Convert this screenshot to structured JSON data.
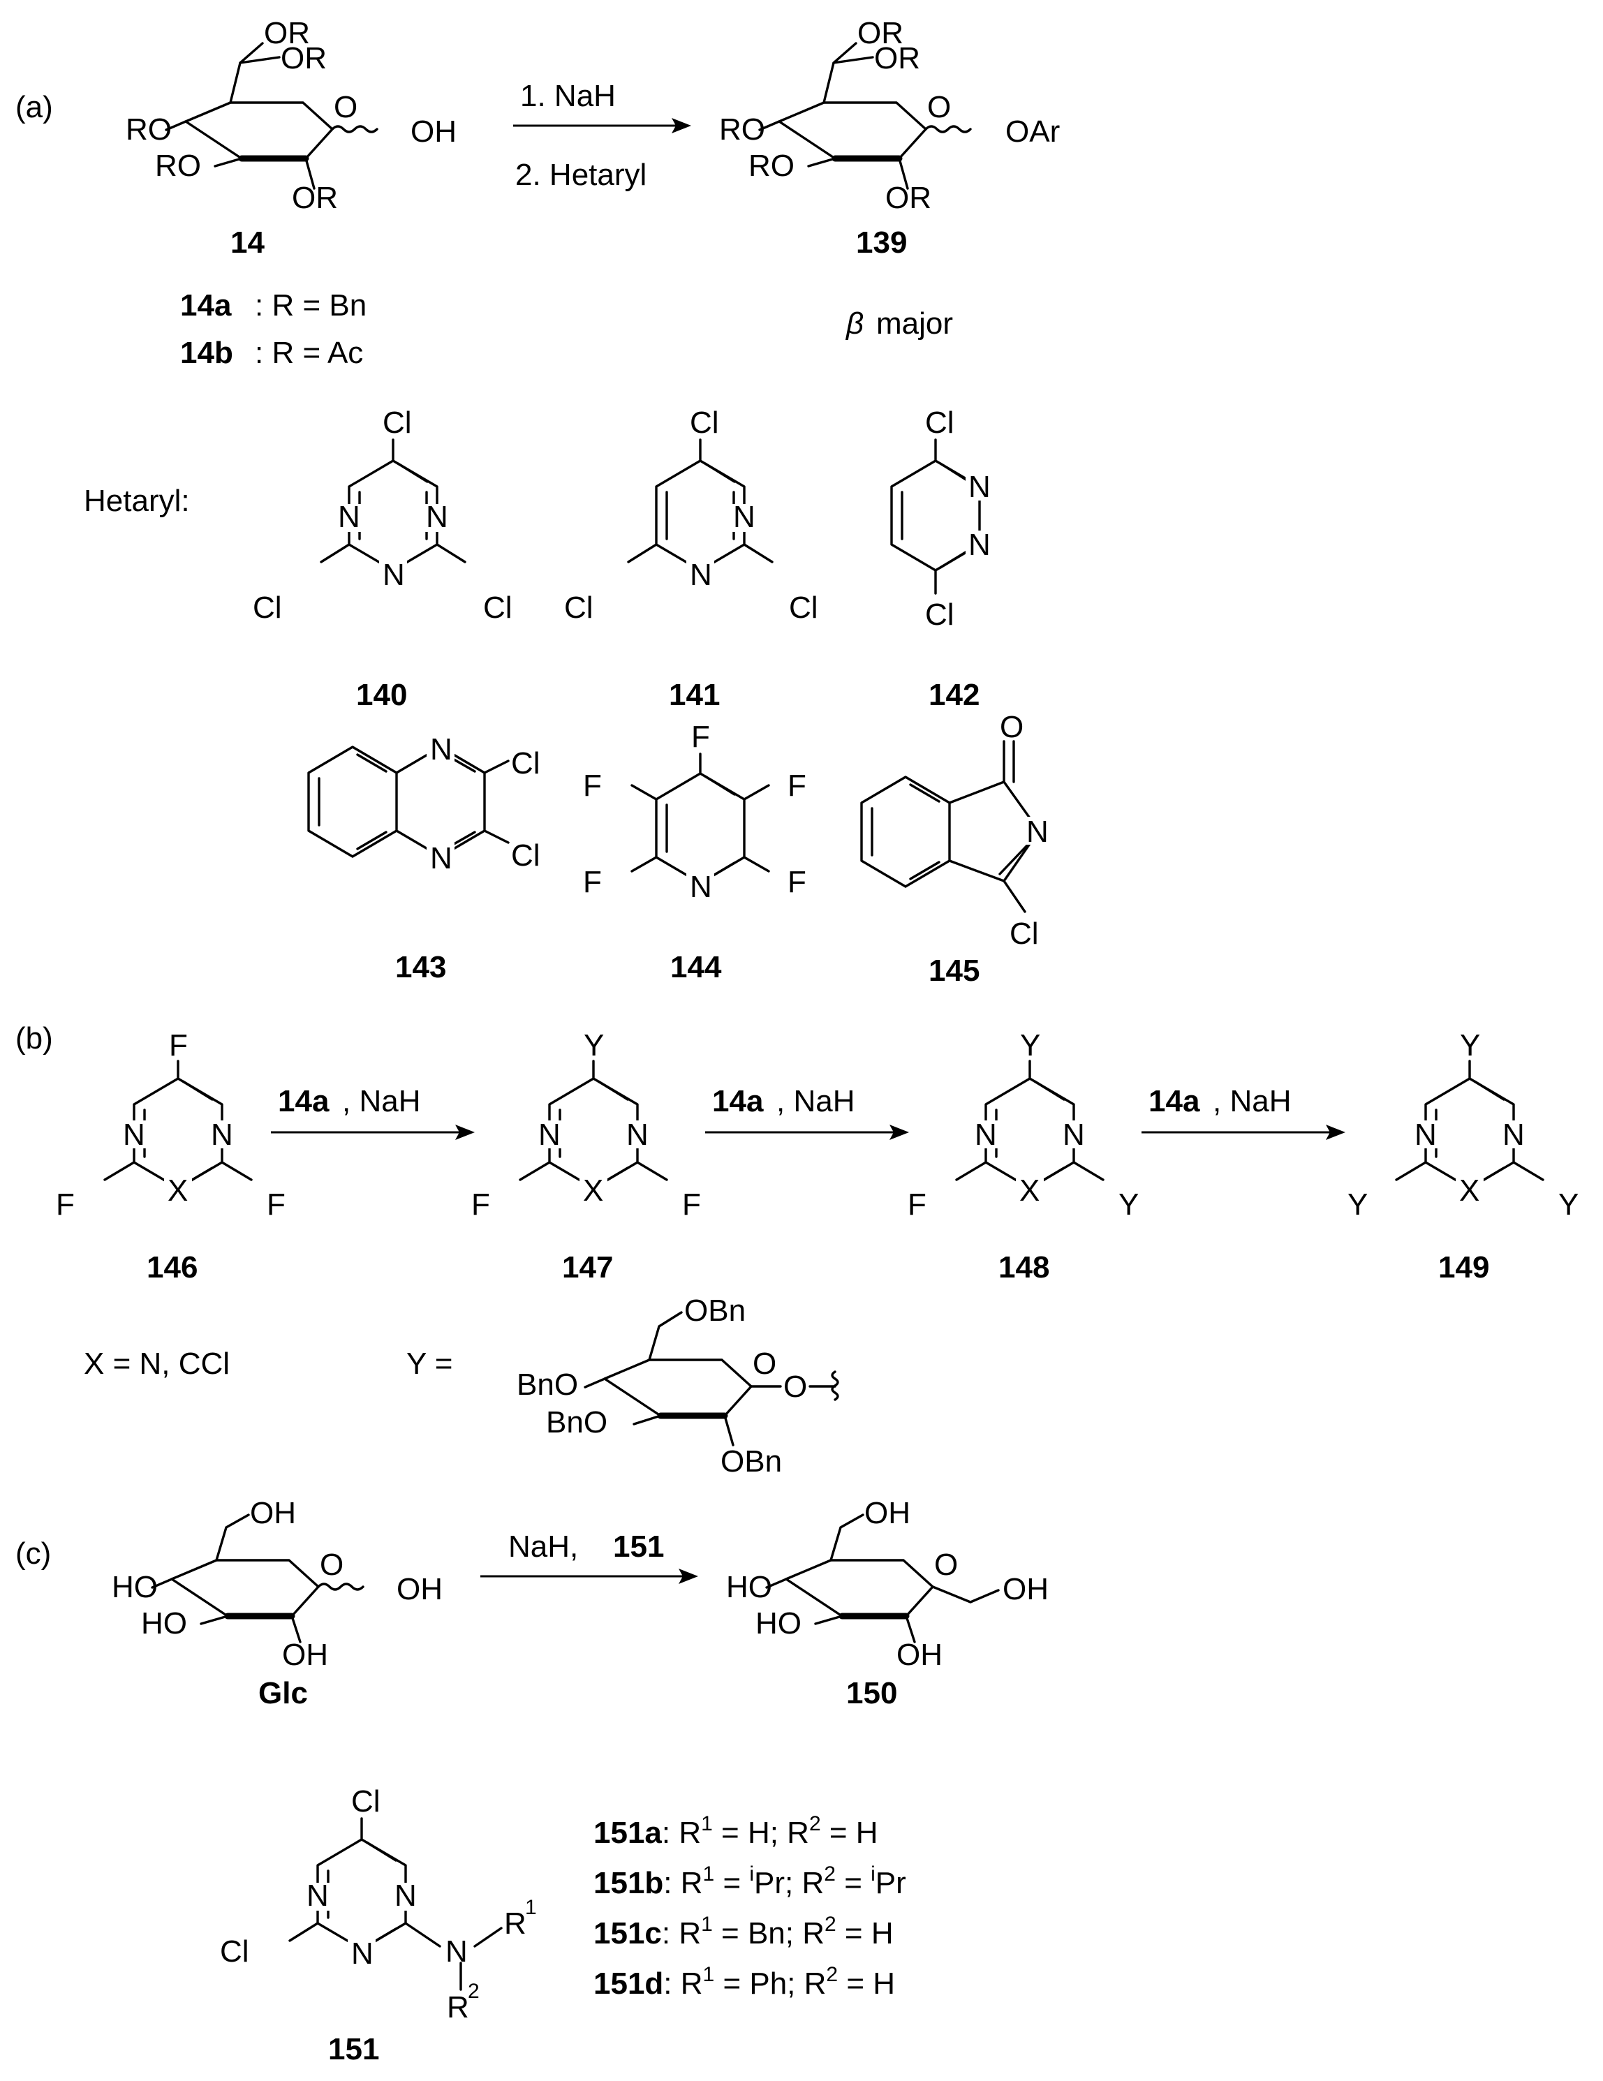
{
  "panels": {
    "a": {
      "label": "(a)",
      "reactant": {
        "id": "14",
        "substituents": {
          "or": "OR",
          "ro": "RO",
          "oh": "OH",
          "o": "O"
        }
      },
      "conditions": {
        "step1": "1. NaH",
        "step2": "2. Hetaryl"
      },
      "product": {
        "id": "139",
        "oar": "OAr",
        "note_symbol": "β",
        "note_text": "major"
      },
      "variants": [
        {
          "id": "14a",
          "text": ": R = Bn"
        },
        {
          "id": "14b",
          "text": ": R = Ac"
        }
      ],
      "hetaryl_label": "Hetaryl:",
      "hetaryls": [
        {
          "id": "140",
          "atoms": {
            "cl": "Cl",
            "n": "N"
          }
        },
        {
          "id": "141",
          "atoms": {
            "cl": "Cl",
            "n": "N"
          }
        },
        {
          "id": "142",
          "atoms": {
            "cl": "Cl",
            "n": "N"
          }
        },
        {
          "id": "143",
          "atoms": {
            "cl": "Cl",
            "n": "N"
          }
        },
        {
          "id": "144",
          "atoms": {
            "f": "F",
            "n": "N"
          }
        },
        {
          "id": "145",
          "atoms": {
            "o": "O",
            "n": "N",
            "cl": "Cl"
          }
        }
      ]
    },
    "b": {
      "label": "(b)",
      "compounds": [
        "146",
        "147",
        "148",
        "149"
      ],
      "atoms": {
        "f": "F",
        "n": "N",
        "x": "X",
        "y": "Y"
      },
      "conditions": [
        {
          "reagent": "14a",
          "rest": ", NaH"
        },
        {
          "reagent": "14a",
          "rest": ", NaH"
        },
        {
          "reagent": "14a",
          "rest": ", NaH"
        }
      ],
      "x_definition": "X = N, CCl",
      "y_definition_label": "Y  =",
      "y_group": {
        "obn": "OBn",
        "bno": "BnO",
        "o": "O",
        "link": "O"
      }
    },
    "c": {
      "label": "(c)",
      "reactant": {
        "id": "Glc",
        "oh": "OH",
        "ho": "HO",
        "o": "O"
      },
      "conditions": {
        "reagent": "NaH, ",
        "reagent_id": "151"
      },
      "product": {
        "id": "150"
      },
      "reagent_structure": {
        "id": "151",
        "cl": "Cl",
        "n": "N",
        "r": "R",
        "sup1": "1",
        "sup2": "2"
      },
      "variants": [
        {
          "id": "151a",
          "parts": [
            ": R",
            "1",
            " = H; R",
            "2",
            " = H"
          ]
        },
        {
          "id": "151b",
          "parts": [
            ": R",
            "1",
            " = ",
            "i",
            "Pr; R",
            "2",
            " = ",
            "i",
            "Pr"
          ]
        },
        {
          "id": "151c",
          "parts": [
            ": R",
            "1",
            " = Bn; R",
            "2",
            " = H"
          ]
        },
        {
          "id": "151d",
          "parts": [
            ": R",
            "1",
            " = Ph; R",
            "2",
            " = H"
          ]
        }
      ]
    }
  }
}
